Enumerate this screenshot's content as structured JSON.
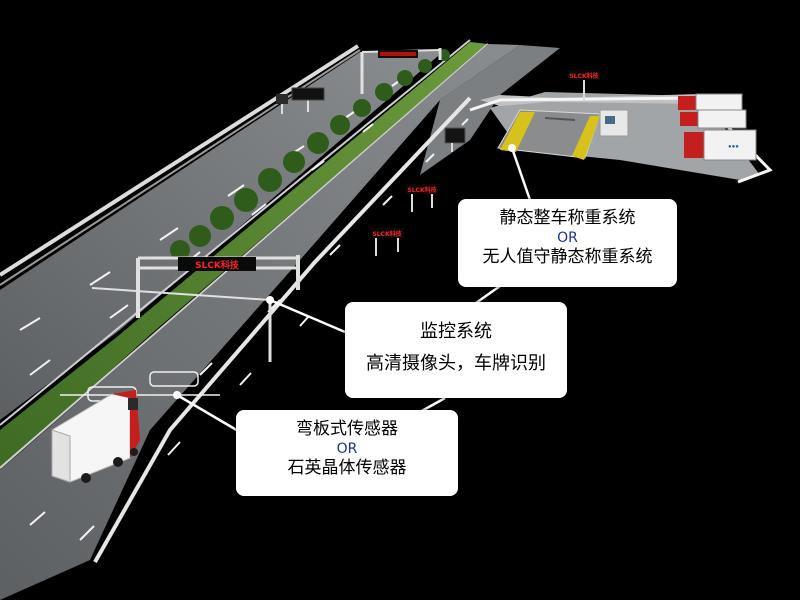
{
  "signs": {
    "main_gantry": "SLCK科技",
    "roadside_sign_1": "SLCK科技",
    "roadside_sign_2": "SLCK科技",
    "station_sign": "SLCK科技"
  },
  "callouts": {
    "static": {
      "line1": "静态整车称重系统",
      "or": "OR",
      "line2": "无人值守静态称重系统"
    },
    "monitor": {
      "line1": "监控系统",
      "line2": "高清摄像头，车牌识别"
    },
    "sensor": {
      "line1": "弯板式传感器",
      "or": "OR",
      "line2": "石英晶体传感器"
    }
  },
  "colors": {
    "background": "#000000",
    "road": "#6b6e71",
    "callout_bg": "#ffffff",
    "or_text": "#1a2f9a",
    "sign_text": "#ff2222",
    "truck_cab": "#c41e1e"
  }
}
